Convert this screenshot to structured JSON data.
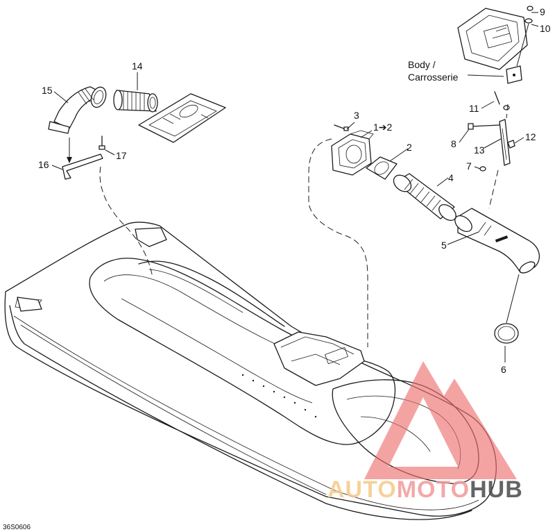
{
  "callouts": [
    {
      "id": "c1",
      "text": "1➔2"
    },
    {
      "id": "c2",
      "text": "2"
    },
    {
      "id": "c3",
      "text": "3"
    },
    {
      "id": "c4",
      "text": "4"
    },
    {
      "id": "c5",
      "text": "5"
    },
    {
      "id": "c6",
      "text": "6"
    },
    {
      "id": "c7",
      "text": "7"
    },
    {
      "id": "c8",
      "text": "8"
    },
    {
      "id": "c9",
      "text": "9"
    },
    {
      "id": "c10",
      "text": "10"
    },
    {
      "id": "c11",
      "text": "11"
    },
    {
      "id": "c12",
      "text": "12"
    },
    {
      "id": "c13",
      "text": "13"
    },
    {
      "id": "c14",
      "text": "14"
    },
    {
      "id": "c15",
      "text": "15"
    },
    {
      "id": "c16",
      "text": "16"
    },
    {
      "id": "c17",
      "text": "17"
    }
  ],
  "body_label": {
    "line1": "Body /",
    "line2": "Carrosserie"
  },
  "figure_code": "36S0606",
  "watermark": {
    "parts": [
      "AUTO",
      "MOTO",
      "HUB"
    ],
    "colors": {
      "auto": "#f6c98a",
      "moto": "#f29a9a",
      "hub": "#4a4a4a",
      "triangle": "#ee6f6f"
    }
  }
}
